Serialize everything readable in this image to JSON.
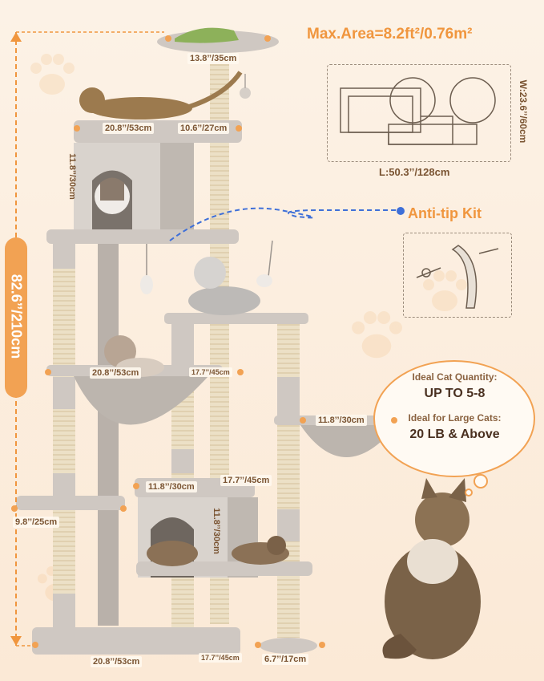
{
  "headline": "Max.Area=8.2ft²/0.76m²",
  "footprint": {
    "length": "L:50.3’’/128cm",
    "width": "W:23.6’’/60cm"
  },
  "anti_tip": {
    "title": "Anti-tip Kit"
  },
  "height_label": "82.6’’/210cm",
  "dimensions": {
    "top_perch": "13.8’’/35cm",
    "top_platform_width": "20.8’’/53cm",
    "top_platform_depth": "10.6’’/27cm",
    "upper_condo_height": "11.8’’/30cm",
    "hammock_width": "20.8’’/53cm",
    "mid_platform_depth": "17.7’’/45cm",
    "side_basket": "11.8’’/30cm",
    "lower_condo_width": "11.8’’/30cm",
    "lower_condo_depth": "17.7’’/45cm",
    "lower_condo_height": "11.8’’/30cm",
    "side_step": "9.8’’/25cm",
    "base_width": "20.8’’/53cm",
    "base_depth": "17.7’’/45cm",
    "pad_diameter": "6.7’’/17cm"
  },
  "cat_info": {
    "quantity_title": "Ideal Cat Quantity:",
    "quantity_value": "UP TO 5-8",
    "weight_title": "Ideal for Large Cats:",
    "weight_value": "20 LB & Above"
  },
  "colors": {
    "accent": "#f0963e",
    "plush": "#cfc8c2",
    "sisal": "#e9dcc2",
    "label_brown": "#7a5432"
  }
}
